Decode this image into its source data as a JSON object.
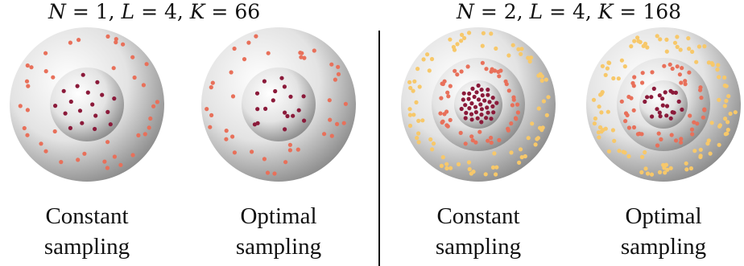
{
  "headings": {
    "left": {
      "pre": "N",
      "n": "1",
      "l": "4",
      "k": "66"
    },
    "right": {
      "pre": "N",
      "n": "2",
      "l": "4",
      "k": "168"
    }
  },
  "captions": {
    "p1": {
      "line1": "Constant",
      "line2": "sampling"
    },
    "p2": {
      "line1": "Optimal",
      "line2": "sampling"
    },
    "p3": {
      "line1": "Constant",
      "line2": "sampling"
    },
    "p4": {
      "line1": "Optimal",
      "line2": "sampling"
    }
  },
  "colors": {
    "dark": "#8b1a3a",
    "medium": "#e8705a",
    "light": "#f7c86a"
  },
  "panels": [
    {
      "shells": 2,
      "dots": [
        18,
        40
      ],
      "sampling": "constant"
    },
    {
      "shells": 2,
      "dots": [
        18,
        40
      ],
      "sampling": "optimal"
    },
    {
      "shells": 3,
      "dots": [
        38,
        50,
        80
      ],
      "sampling": "constant"
    },
    {
      "shells": 3,
      "dots": [
        22,
        46,
        100
      ],
      "sampling": "optimal"
    }
  ]
}
